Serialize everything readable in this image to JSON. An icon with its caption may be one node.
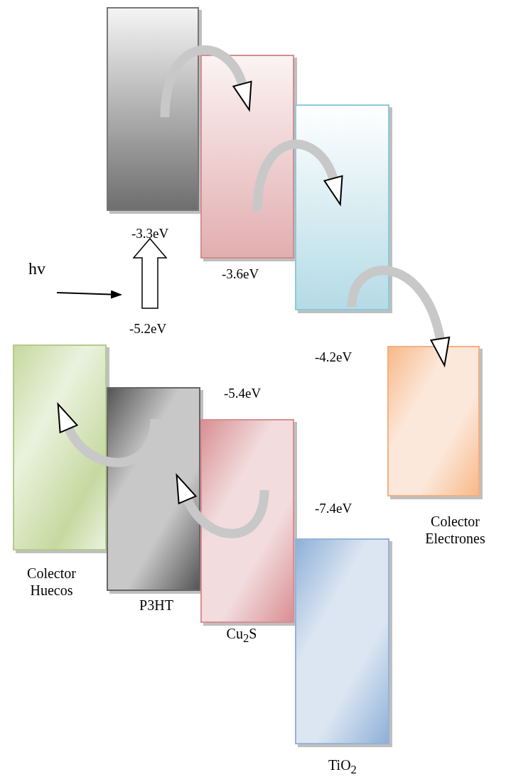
{
  "diagram": {
    "nodes": [
      {
        "text": [],
        "shape": "bar",
        "beside": [
          "-3.3eV"
        ]
      },
      {
        "text": [],
        "shape": "bar",
        "beside": [
          "-3.6eV"
        ]
      },
      {
        "text": [],
        "shape": "bar",
        "beside": [
          "-4.2eV"
        ]
      },
      {
        "text": [],
        "shape": "bar",
        "beside": [
          "Colector Huecos"
        ]
      },
      {
        "text": [],
        "shape": "bar",
        "beside": [
          "Colector Electrones"
        ]
      },
      {
        "text": [],
        "shape": "bar",
        "beside": [
          "P3HT"
        ]
      },
      {
        "text": [],
        "shape": "bar",
        "beside": [
          "-5.4eV",
          "Cu$_{2}$S"
        ]
      },
      {
        "text": [],
        "shape": "bar",
        "beside": [
          "-7.4eV",
          "TiO$_{2}$"
        ]
      }
    ],
    "edges": [
      {
        "from": 0,
        "to": 1,
        "arrow": "to"
      },
      {
        "from": 1,
        "to": 2,
        "arrow": "to"
      },
      {
        "from": 2,
        "to": 4,
        "arrow": "to"
      },
      {
        "from": 5,
        "to": 3,
        "arrow": "to"
      },
      {
        "from": 6,
        "to": 5,
        "arrow": "to"
      }
    ],
    "labels": [
      "hv",
      "-5.2eV"
    ]
  }
}
